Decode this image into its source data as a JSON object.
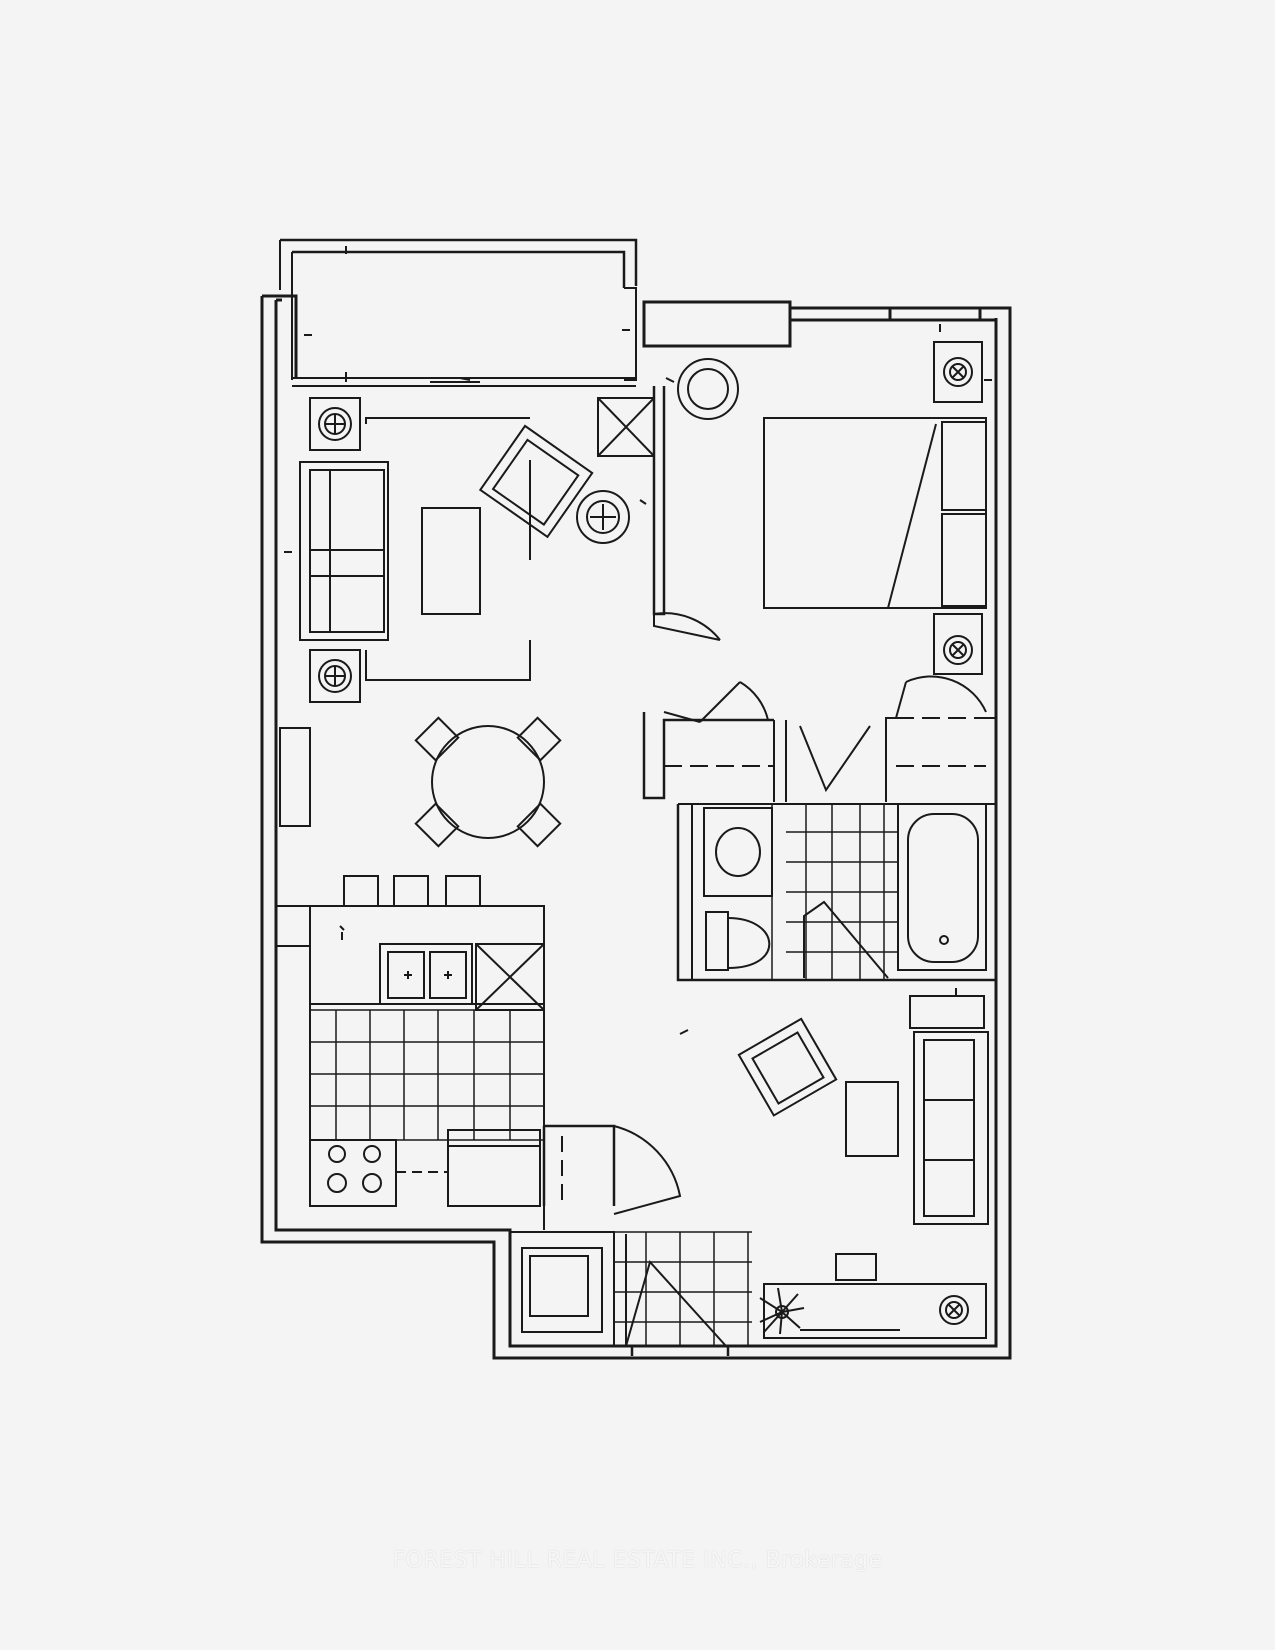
{
  "watermark": {
    "text": "FOREST HILL REAL ESTATE INC., Brokerage"
  },
  "colors": {
    "ink": "#1a1a1a",
    "paper": "#f4f4f4"
  },
  "rooms": [
    {
      "id": "balcony"
    },
    {
      "id": "living-room"
    },
    {
      "id": "dining-area"
    },
    {
      "id": "kitchen"
    },
    {
      "id": "bedroom"
    },
    {
      "id": "bathroom"
    },
    {
      "id": "den"
    },
    {
      "id": "foyer"
    },
    {
      "id": "closet"
    }
  ]
}
